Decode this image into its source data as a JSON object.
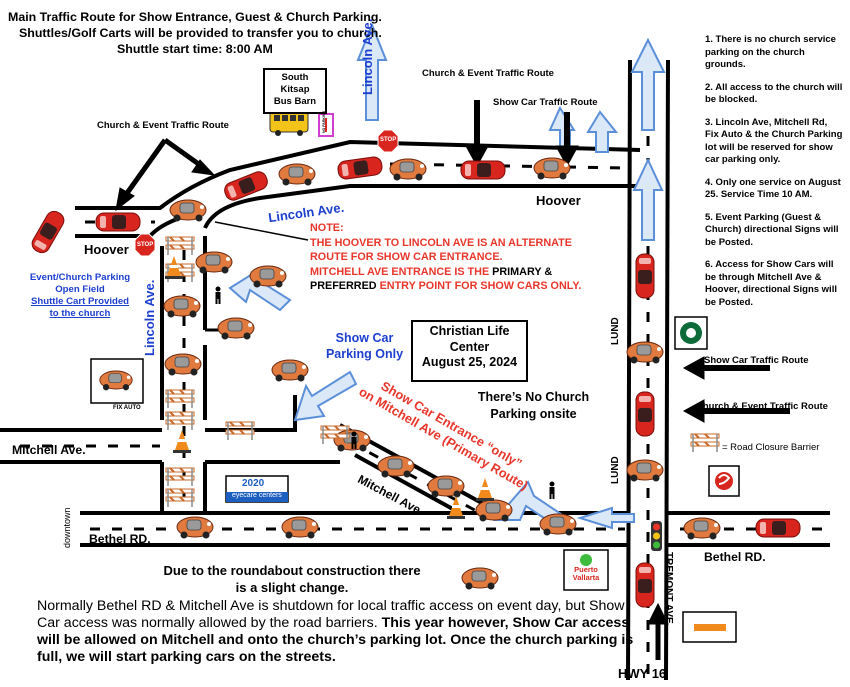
{
  "header": {
    "line1": "Main Traffic Route for Show Entrance, Guest & Church Parking.",
    "line2": "Shuttles/Golf Carts will be provided to transfer you to church.",
    "line3": "Shuttle start time: 8:00 AM"
  },
  "notes": [
    "1. There is no church service parking on the church grounds.",
    "2. All access to the church will be blocked.",
    "3. Lincoln Ave, Mitchell Rd, Fix Auto & the Church Parking lot will be reserved for show car parking only.",
    "4. Only one service on August 25.  Service Time 10 AM.",
    "5. Event Parking (Guest & Church) directional Signs will be Posted.",
    "6. Access for Show Cars will be through Mitchell Ave & Hoover, directional Signs will be Posted."
  ],
  "streets": {
    "lincoln_top": "Lincoln Ave.",
    "lincoln_mid": "Lincoln Ave.",
    "lincoln_left": "Lincoln Ave.",
    "hoover_right": "Hoover",
    "hoover_left": "Hoover",
    "mitchell_left": "Mitchell Ave.",
    "mitchell_diag": "Mitchell Ave",
    "bethel_left": "Bethel RD.",
    "bethel_right": "Bethel RD.",
    "lund_top": "LUND",
    "lund_bottom": "LUND",
    "tremont": "TREMONT AVE.",
    "hwy": "HWY 16",
    "downtown": "downtown"
  },
  "routes": {
    "church_event_top": "Church & Event Traffic Route",
    "church_event_left": "Church & Event Traffic Route",
    "show_car_top": "Show Car Traffic Route",
    "show_car_right": "Show Car Traffic Route",
    "church_event_right": "Church & Event Traffic Route"
  },
  "bus_barn": {
    "line1": "South",
    "line2": "Kitsap",
    "line3": "Bus Barn"
  },
  "event_parking": {
    "line1": "Event/Church Parking",
    "line2": "Open Field",
    "line3": "Shuttle Cart Provided",
    "line4": "to the church"
  },
  "note_block": {
    "title": "NOTE:",
    "l1": "THE HOOVER TO LINCOLN AVE IS AN ALTERNATE",
    "l2": "ROUTE FOR SHOW CAR ENTRANCE.",
    "l3a": "MITCHELL AVE ENTRANCE IS THE ",
    "l3b": "PRIMARY",
    "l3c": " &",
    "l4a": "PREFERRED",
    "l4b": " ENTRY POINT FOR SHOW CARS ONLY."
  },
  "church_box": {
    "line1": "Christian Life",
    "line2": "Center",
    "line3": "August 25, 2024"
  },
  "show_parking": {
    "line1": "Show Car",
    "line2": "Parking Only"
  },
  "no_church_parking": {
    "line1": "There’s No Church",
    "line2": "Parking onsite"
  },
  "show_entrance": {
    "line1": "Show Car Entrance “only”",
    "line2": "on Mitchell Ave (Primary Route)"
  },
  "legend": {
    "barrier": "= Road Closure Barrier"
  },
  "businesses": {
    "fix_auto": "FIX AUTO",
    "eyecare_num": "2020",
    "eyecare": "eyecare centers",
    "puerto_line1": "Puerto",
    "puerto_line2": "Vallarta",
    "no_parking": "NO PARKING",
    "stop": "STOP"
  },
  "roundabout": {
    "line1": "Due to the roundabout construction there",
    "line2": "is a slight change."
  },
  "bottom": {
    "normal": "Normally Bethel RD & Mitchell Ave is shutdown for local traffic access on event day, but Show Car access was normally allowed by the road barriers.  ",
    "bold": "This year however, Show Car access will be allowed on Mitchell and onto the church’s parking lot.  Once the church parking is full, we will start parking cars on the streets."
  },
  "colors": {
    "road": "#000000",
    "route_blue": "#1d3fd0",
    "note_red": "#e8362b",
    "car_red": "#d8261f",
    "show_car": "#e07a3f",
    "arrow_fill": "#dbe8f8",
    "arrow_stroke": "#5b8fd8"
  }
}
